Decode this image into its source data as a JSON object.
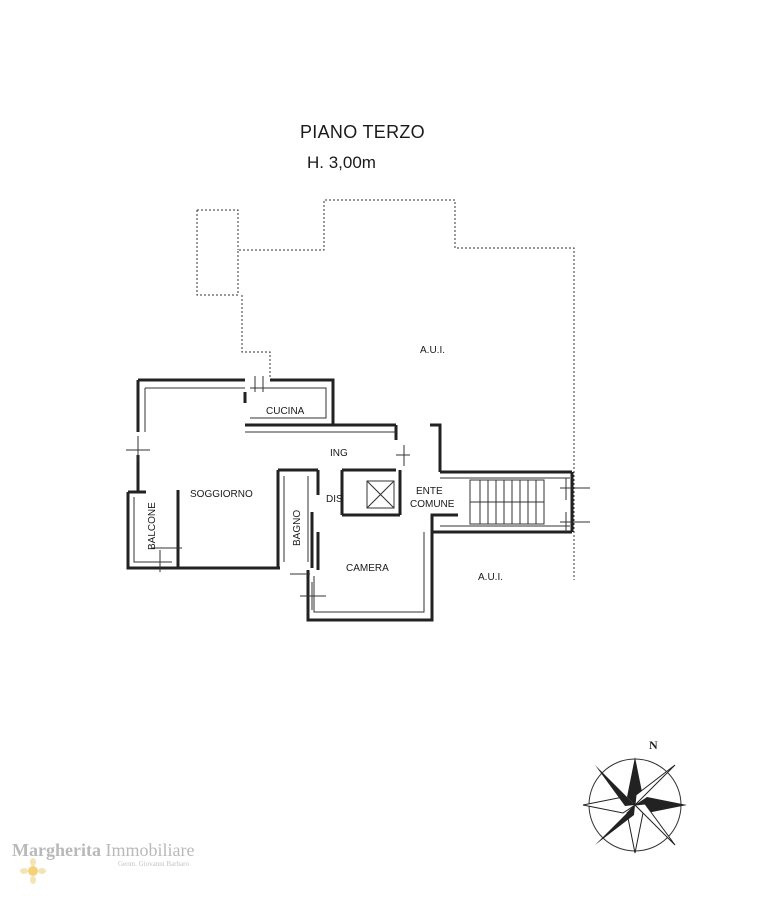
{
  "plan": {
    "title": "PIANO TERZO",
    "height_label": "H. 3,00m",
    "rooms": {
      "aui_top": "A.U.I.",
      "aui_bottom": "A.U.I.",
      "cucina": "CUCINA",
      "ing": "ING",
      "soggiorno": "SOGGIORNO",
      "dis": "DIS",
      "ente": "ENTE",
      "comune": "COMUNE",
      "bagno": "BAGNO",
      "balcone": "BALCONE",
      "camera": "CAMERA"
    },
    "compass": {
      "north": "N"
    }
  },
  "watermark": {
    "brand_first": "Margherita",
    "brand_second": "Immobiliare",
    "subline": "Geom. Giovanni Barbaro"
  }
}
